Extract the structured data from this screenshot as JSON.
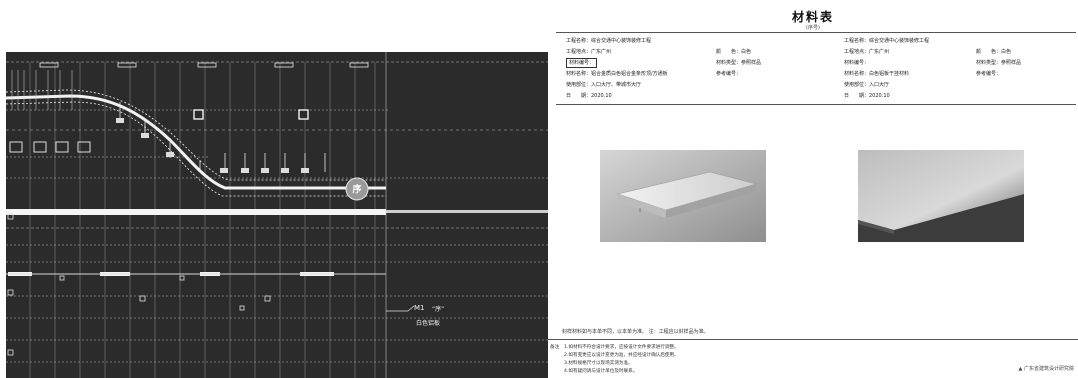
{
  "cad": {
    "callout_code": "M1",
    "callout_symbol": "“序”",
    "callout_text": "白色铝板",
    "circle_mark": "序"
  },
  "sheet": {
    "title": "材料表",
    "subtitle": "(序号)",
    "left_col": {
      "project_name": "工程名称：综合交通中心装饰装修工程",
      "project_location": "工程地点：广东广州",
      "material_code": "材料编号：",
      "material_name": "材料名称：铝合金质白色铝合金条形顶/方通板",
      "usage": "使用部位：入口大厅、带城市大厅",
      "date": "日　　期：2020.10"
    },
    "mid_col": {
      "color": "颜　　色：白色",
      "material_type": "材料类型：参照样品",
      "ref_no": "参考编号："
    },
    "right_col": {
      "project_name": "工程名称：综合交通中心装饰装修工程",
      "project_location": "工程地点：广东广州",
      "material_code": "材料编号：",
      "material_name": "材料名称：白色铝板干挂材料",
      "usage": "使用部位：入口大厅",
      "date": "日　　期：2020.10"
    },
    "far_col": {
      "color": "颜　　色：白色",
      "material_type": "材料类型：参照样品",
      "ref_no": "参考编号："
    },
    "bottom_note": "封样材料如与本单不同，以本单为准。 注：工程应以封样品为准。",
    "remarks_label": "备注",
    "remarks": [
      "1.如材料不符合设计要求，应按设计文件要求进行调整。",
      "2.如有变更应以设计变更为准，并应经设计确认后使用。",
      "3.材料规格尺寸以现场实测为准。",
      "4.如有疑问请与设计单位及时联系。"
    ],
    "footer": "广东省建筑设计研究院"
  }
}
